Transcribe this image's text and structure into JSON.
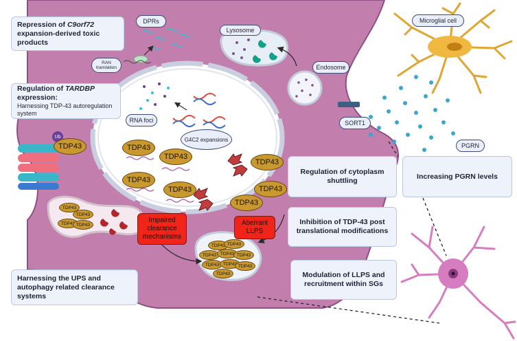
{
  "boxes": {
    "repression": {
      "pre": "Repression of ",
      "gene": "C9orf72",
      "post": " expansion-derived toxic products"
    },
    "tardbp": {
      "pre": "Regulation of ",
      "gene": "TARDBP",
      "post": " expression:",
      "sub": "Harnessing TDP-43 autoregulation system"
    },
    "ups": "Harnessing the UPS and autophagy related clearance systems",
    "shuttling": "Regulation of cytoplasm shuttling",
    "pgrn_levels": "Increasing PGRN levels",
    "ptm": "Inhibition of TDP-43 post translational modifications",
    "llps": "Modulation of LLPS and recruitment within SGs"
  },
  "labels": {
    "dprs": "DPRs",
    "lysosome": "Lysosome",
    "ran": "RAN translation",
    "endosome": "Endosome",
    "microglial": "Microglial cell",
    "rna_foci": "RNA foci",
    "g4c2": "G4C2 expansions",
    "sort1": "SORT1",
    "pgrn": "PGRN",
    "ub": "Ub",
    "impaired": "Impaired clearance mechanisms",
    "aberrant": "Aberrant LLPS",
    "tdp": "TDP43",
    "tdp_small": "TDP43"
  },
  "colors": {
    "cell": "#c27fae",
    "cell_border": "#8e4f84",
    "nucleus": "#ffffff",
    "tdp43": "#c9982e",
    "red_box": "#f02418",
    "microglia": "#f0b840",
    "neuron": "#d67cc0",
    "pgrn_dots": "#3aa6cf"
  }
}
